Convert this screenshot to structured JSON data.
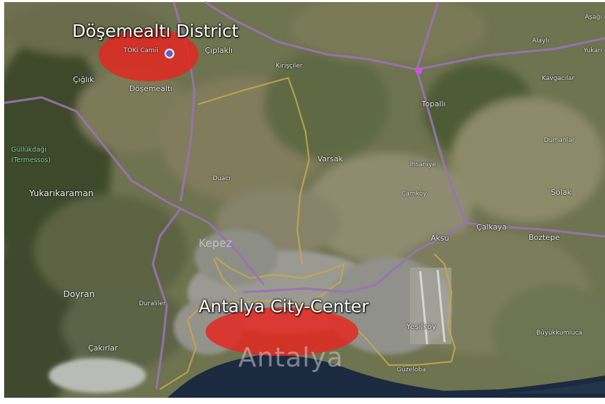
{
  "overlays": {
    "district_title": "Döşemealtı District",
    "center_title": "Antalya City-Center",
    "highlight_color": "#e8241e"
  },
  "places": {
    "toki_camii": "TOKİ Camii",
    "ciplakli": "Çıplaklı",
    "ciglik": "Çığlık",
    "dosemealti": "Döşemealtı",
    "kirisciler": "Kirişçiler",
    "alayli": "Alaylı",
    "asagi": "Aşağı",
    "yukari": "Yukarı",
    "kavgacilar": "Kavgacılar",
    "topalli": "Topallı",
    "gullukdagi": "Güllükdağı",
    "termessos": "(Termessos)",
    "varsak": "Varsak",
    "ihsaniye": "İhsaniye",
    "dumanlar": "Dumanlar",
    "duaci": "Duacı",
    "yukarikaraman": "Yukarıkaraman",
    "camkoy": "Çamköy",
    "solak": "Solak",
    "calkaya": "Çalkaya",
    "kepez": "Kepez",
    "aksu": "Aksu",
    "boztepe": "Boztepe",
    "doyran": "Doyran",
    "duraliler": "Duraliler",
    "yesilkoy": "Yeşilköy",
    "buyukkumluca": "Büyükkumluca",
    "cakirlar": "Çakırlar",
    "antalya": "Antalya",
    "guzeloba": "Güzeloba"
  }
}
